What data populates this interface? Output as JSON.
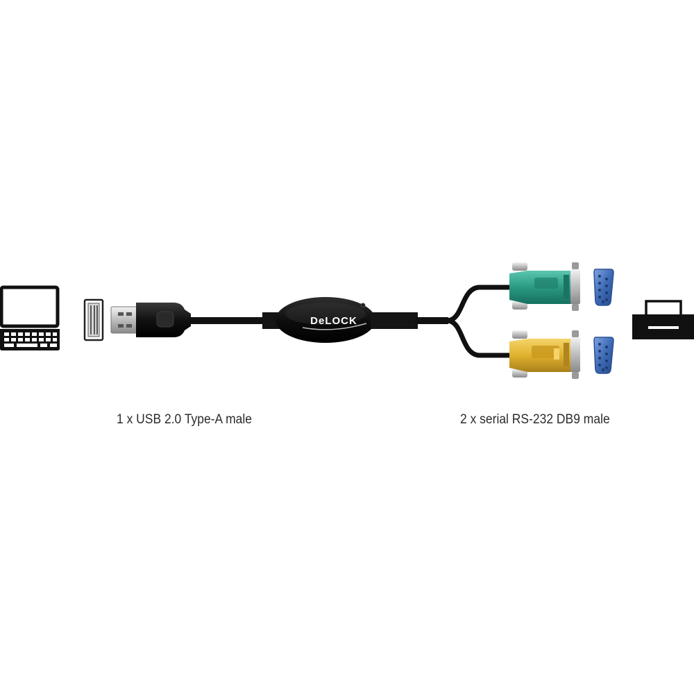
{
  "brand": {
    "logo_text": "DeLOCK"
  },
  "captions": {
    "left": "1 x USB 2.0 Type-A male",
    "right": "2 x serial RS-232 DB9 male"
  },
  "colors": {
    "cable": "#1a1a1a",
    "connector_green": "#2a9a83",
    "connector_yellow": "#e0b22e",
    "port_blue": "#3f6bb5",
    "icon_stroke": "#111111"
  },
  "icons": [
    "laptop-icon",
    "usb-port-icon",
    "usb-connector",
    "converter-module",
    "db9-green-connector",
    "db9-yellow-connector",
    "serial-port-icon",
    "printer-icon"
  ]
}
